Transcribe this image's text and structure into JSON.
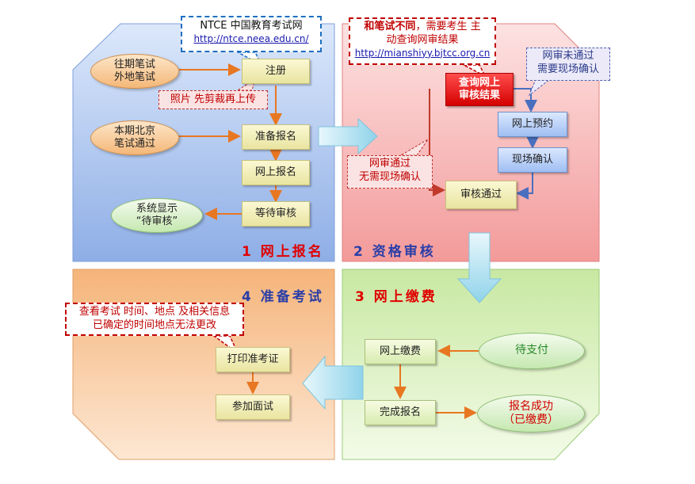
{
  "panels": {
    "p1_title": "1 网上报名",
    "p2_title": "2 资格审核",
    "p3_title": "3 网上缴费",
    "p4_title": "4 准备考试"
  },
  "p1": {
    "past_oval": [
      "往期笔试",
      "外地笔试"
    ],
    "local_oval": [
      "本期北京",
      "笔试通过"
    ],
    "register": "注册",
    "prepare": "准备报名",
    "online_signup": "网上报名",
    "wait_review": "等待审核",
    "system_oval": [
      "系统显示",
      "“待审核”"
    ],
    "photo_callout": "照片 先剪裁再上传",
    "ntce_callout": "NTCE 中国教育考试网",
    "ntce_url": "http://ntce.neea.edu.cn/"
  },
  "p2": {
    "top_callout_red": "和笔试不同",
    "top_callout_rest1": "，需要考生 主",
    "top_callout_line2": "动查询网审结果",
    "top_url": "http://mianshiyy.bjtcc.org.cn",
    "query": [
      "查询网上",
      "审核结果"
    ],
    "fail_callout": [
      "网审未通过",
      "需要现场确认"
    ],
    "online_appt": "网上预约",
    "onsite": "现场确认",
    "pass_callout": [
      "网审通过",
      "无需现场确认"
    ],
    "passed": "审核通过"
  },
  "p3": {
    "pending_oval": "待支付",
    "online_pay": "网上缴费",
    "complete": "完成报名",
    "success_oval": [
      "报名成功",
      "（已缴费）"
    ]
  },
  "p4": {
    "info_callout": [
      "查看考试 时间、地点 及相关信息",
      "已确定的时间地点无法更改"
    ],
    "print_ticket": "打印准考证",
    "interview": "参加面试"
  },
  "colors": {
    "panel1": "#9bb8ea",
    "panel2": "#f4a3a3",
    "panel3": "#d3eeb2",
    "panel4": "#f7c08e",
    "orange_arrow": "#e87722",
    "red_arrow": "#c0392b",
    "blue_arrow": "#4a6fbf"
  }
}
